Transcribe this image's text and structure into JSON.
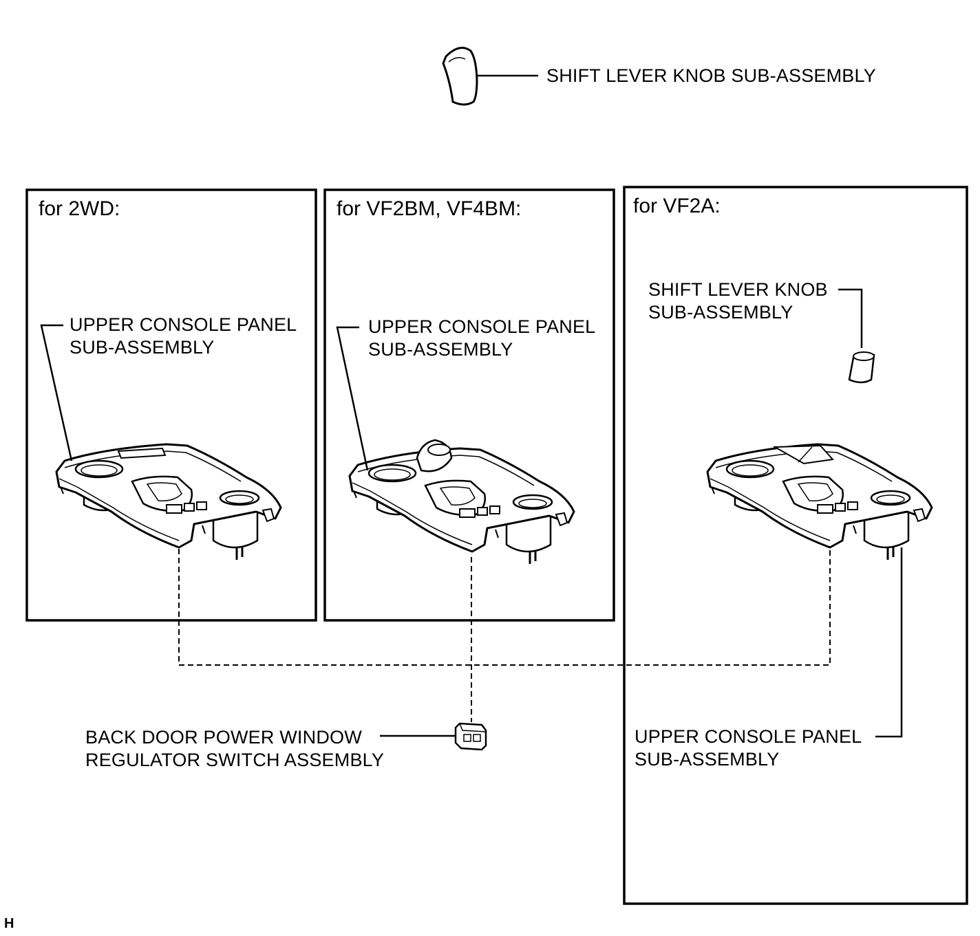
{
  "top_label": "SHIFT LEVER KNOB SUB-ASSEMBLY",
  "panels": [
    {
      "title": "for 2WD:",
      "part_line1": "UPPER CONSOLE PANEL",
      "part_line2": "SUB-ASSEMBLY"
    },
    {
      "title": "for VF2BM, VF4BM:",
      "part_line1": "UPPER CONSOLE PANEL",
      "part_line2": "SUB-ASSEMBLY"
    },
    {
      "title": "for VF2A:",
      "knob_line1": "SHIFT LEVER KNOB",
      "knob_line2": "SUB-ASSEMBLY",
      "part_line1": "UPPER CONSOLE PANEL",
      "part_line2": "SUB-ASSEMBLY"
    }
  ],
  "switch_label_line1": "BACK DOOR POWER WINDOW",
  "switch_label_line2": "REGULATOR SWITCH ASSEMBLY",
  "corner_mark": "H"
}
